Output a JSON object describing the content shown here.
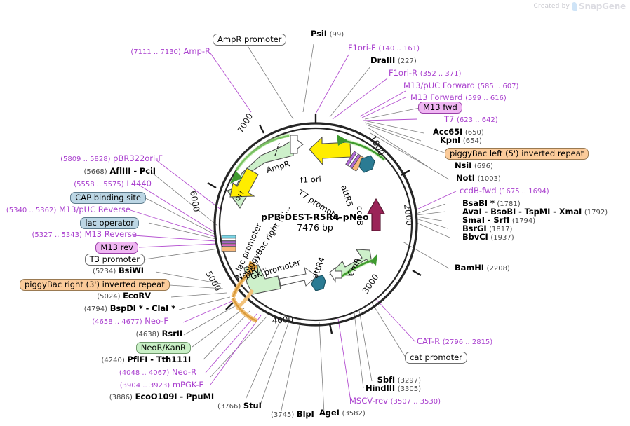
{
  "watermark": {
    "prefix": "Created by",
    "brand": "SnapGene"
  },
  "plasmid": {
    "name": "pPB-DEST-R5R4-pNeo",
    "size": "7476 bp",
    "ticks": [
      "1000",
      "2000",
      "3000",
      "4000",
      "5000",
      "6000",
      "7000"
    ]
  },
  "inner_features": [
    {
      "name": "AmpR",
      "kind": "gene-arrow",
      "color": "#c9f0c6"
    },
    {
      "name": "f1 ori",
      "kind": "gene-arrow",
      "color": "#ffed00"
    },
    {
      "name": "T7 promoter",
      "kind": "promoter",
      "color": "#ffffff"
    },
    {
      "name": "attR5",
      "kind": "att-site",
      "color": "#2b7b93"
    },
    {
      "name": "ccdB",
      "kind": "gene-arrow",
      "color": "#9b2358"
    },
    {
      "name": "CmR",
      "kind": "gene-arrow",
      "color": "#c9f0c6"
    },
    {
      "name": "attR4",
      "kind": "att-site",
      "color": "#2b7b93"
    },
    {
      "name": "PGK promoter",
      "kind": "promoter",
      "color": "#ffffff"
    },
    {
      "name": "NeoR/...",
      "kind": "gene-arrow",
      "color": "#c9f0c6"
    },
    {
      "name": "piggyBac right (3'...",
      "kind": "repeat",
      "color": "#fbcb9a"
    },
    {
      "name": "lac promoter",
      "kind": "promoter",
      "color": "#ffffff"
    },
    {
      "name": "ori",
      "kind": "gene-arrow",
      "color": "#ffed00"
    }
  ],
  "labels": [
    {
      "id": "amp-r",
      "type": "primer",
      "pos": "(7111 .. 7130)",
      "text": "Amp-R"
    },
    {
      "id": "ampr-promoter",
      "type": "badge-white",
      "text": "AmpR promoter"
    },
    {
      "id": "psii",
      "type": "enzyme",
      "text": "PsiI",
      "pos": "(99)"
    },
    {
      "id": "f1ori-f",
      "type": "primer",
      "text": "F1ori-F",
      "pos": "(140 .. 161)"
    },
    {
      "id": "draiii",
      "type": "enzyme",
      "text": "DraIII",
      "pos": "(227)"
    },
    {
      "id": "f1ori-r",
      "type": "primer",
      "text": "F1ori-R",
      "pos": "(352 .. 371)"
    },
    {
      "id": "m13-puc-forward",
      "type": "primer",
      "text": "M13/pUC Forward",
      "pos": "(585 .. 607)"
    },
    {
      "id": "m13-forward",
      "type": "primer",
      "text": "M13 Forward",
      "pos": "(599 .. 616)"
    },
    {
      "id": "m13-fwd",
      "type": "badge-magenta",
      "text": "M13 fwd"
    },
    {
      "id": "t7",
      "type": "primer",
      "text": "T7",
      "pos": "(623 .. 642)"
    },
    {
      "id": "acc65i",
      "type": "enzyme",
      "text": "Acc65I",
      "pos": "(650)"
    },
    {
      "id": "kpni",
      "type": "enzyme",
      "text": "KpnI",
      "pos": "(654)"
    },
    {
      "id": "pb-left",
      "type": "badge-orange",
      "text": "piggyBac left (5') inverted repeat"
    },
    {
      "id": "nsii",
      "type": "enzyme",
      "text": "NsiI",
      "pos": "(696)"
    },
    {
      "id": "noti",
      "type": "enzyme",
      "text": "NotI",
      "pos": "(1003)"
    },
    {
      "id": "ccdb-fwd",
      "type": "primer",
      "text": "ccdB-fwd",
      "pos": "(1675 .. 1694)"
    },
    {
      "id": "bsabi",
      "type": "enzyme",
      "text": "BsaBI *",
      "pos": "(1781)"
    },
    {
      "id": "avai-group",
      "type": "enzyme",
      "text": "AvaI  - BsoBI  - TspMI  - XmaI",
      "pos": "(1792)"
    },
    {
      "id": "smai-srfi",
      "type": "enzyme",
      "text": "SmaI  - SrfI",
      "pos": "(1794)"
    },
    {
      "id": "bsrgi",
      "type": "enzyme",
      "text": "BsrGI",
      "pos": "(1817)"
    },
    {
      "id": "bbvci",
      "type": "enzyme",
      "text": "BbvCI",
      "pos": "(1937)"
    },
    {
      "id": "bamhi",
      "type": "enzyme",
      "text": "BamHI",
      "pos": "(2208)"
    },
    {
      "id": "cat-r",
      "type": "primer",
      "text": "CAT-R",
      "pos": "(2796 .. 2815)"
    },
    {
      "id": "cat-promoter",
      "type": "badge-white",
      "text": "cat promoter"
    },
    {
      "id": "sbfi",
      "type": "enzyme",
      "text": "SbfI",
      "pos": "(3297)"
    },
    {
      "id": "hindiii",
      "type": "enzyme",
      "text": "HindIII",
      "pos": "(3305)"
    },
    {
      "id": "mscv-rev",
      "type": "primer",
      "text": "MSCV-rev",
      "pos": "(3507 .. 3530)"
    },
    {
      "id": "agei",
      "type": "enzyme",
      "text": "AgeI",
      "pos": "(3582)"
    },
    {
      "id": "blpi",
      "type": "enzyme",
      "text": "BlpI",
      "pos": "(3745)"
    },
    {
      "id": "stui",
      "type": "enzyme",
      "text": "StuI",
      "pos": "(3766)"
    },
    {
      "id": "ecoo109i-ppumi",
      "type": "enzyme",
      "text": "EcoO109I   - PpuMI",
      "pos": "(3886)"
    },
    {
      "id": "mpgk-f",
      "type": "primer",
      "text": "mPGK-F",
      "pos": "(3904 .. 3923)"
    },
    {
      "id": "neo-r",
      "type": "primer",
      "text": "Neo-R",
      "pos": "(4048 .. 4067)"
    },
    {
      "id": "pflfi-tth111i",
      "type": "enzyme",
      "text": "PflFI  - Tth111I",
      "pos": "(4240)"
    },
    {
      "id": "neor-kanr",
      "type": "badge-green",
      "text": "NeoR/KanR"
    },
    {
      "id": "rsrii",
      "type": "enzyme",
      "text": "RsrII",
      "pos": "(4638)"
    },
    {
      "id": "neo-f",
      "type": "primer",
      "text": "Neo-F",
      "pos": "(4658 .. 4677)"
    },
    {
      "id": "bspdi-clai",
      "type": "enzyme",
      "text": "BspDI *  - ClaI *",
      "pos": "(4794)"
    },
    {
      "id": "ecorv",
      "type": "enzyme",
      "text": "EcoRV",
      "pos": "(5024)"
    },
    {
      "id": "pb-right",
      "type": "badge-orange",
      "text": "piggyBac right (3') inverted repeat"
    },
    {
      "id": "bsiwi",
      "type": "enzyme",
      "text": "BsiWI",
      "pos": "(5234)"
    },
    {
      "id": "t3-promoter",
      "type": "badge-white",
      "text": "T3 promoter"
    },
    {
      "id": "m13-rev",
      "type": "badge-magenta",
      "text": "M13 rev"
    },
    {
      "id": "m13-reverse",
      "type": "primer",
      "text": "M13 Reverse",
      "pos": "(5327 .. 5343)"
    },
    {
      "id": "lac-operator",
      "type": "badge-blue",
      "text": "lac operator"
    },
    {
      "id": "m13-puc-reverse",
      "type": "primer",
      "text": "M13/pUC Reverse",
      "pos": "(5340 .. 5362)"
    },
    {
      "id": "cap-binding-site",
      "type": "badge-blue",
      "text": "CAP binding site"
    },
    {
      "id": "l4440",
      "type": "primer",
      "text": "L4440",
      "pos": "(5558 .. 5575)"
    },
    {
      "id": "afliii-pcii",
      "type": "enzyme",
      "text": "AflIII  - PciI",
      "pos": "(5668)"
    },
    {
      "id": "pbr322ori-f",
      "type": "primer",
      "text": "pBR322ori-F",
      "pos": "(5809 .. 5828)"
    }
  ],
  "colors": {
    "primer": "#a93fce",
    "enzyme": "#000000",
    "position": "#4a4a4a",
    "backbone": "#262626",
    "orange_badge": "#fbcb9a",
    "blue_badge": "#bcd6e4",
    "green_badge": "#c9f0c6",
    "magenta_badge": "#efb5f2",
    "gene_green": "#c9f0c6",
    "gene_yellow": "#ffed00",
    "ccdb_maroon": "#9b2358",
    "att_teal": "#2b7b93",
    "pb_orange_arrow": "#f2c27a",
    "leader": "#7d7d7d"
  }
}
